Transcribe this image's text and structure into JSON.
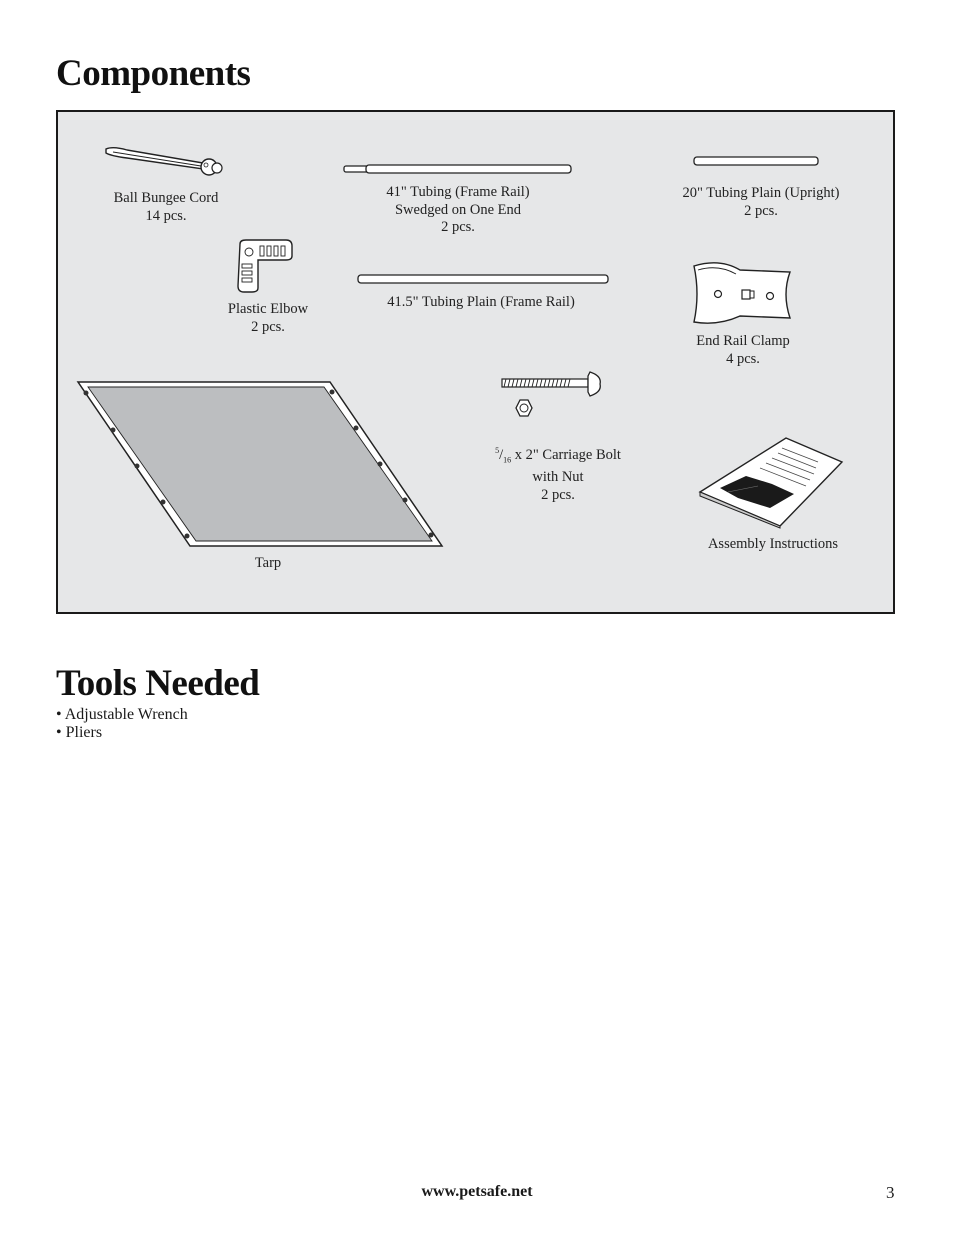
{
  "components": {
    "title": "Components",
    "items": [
      {
        "name": "Ball Bungee Cord",
        "qty": "14 pcs."
      },
      {
        "name": "41\" Tubing (Frame Rail)",
        "name2": "Swedged on One End",
        "qty": "2 pcs."
      },
      {
        "name": "20\" Tubing Plain (Upright)",
        "qty": "2 pcs."
      },
      {
        "name": "Plastic Elbow",
        "qty": "2 pcs."
      },
      {
        "name": "41.5\" Tubing Plain (Frame Rail)"
      },
      {
        "name": "End Rail Clamp",
        "qty": "4 pcs."
      },
      {
        "frac_num": "5",
        "frac_den": "16",
        "name": " x 2\" Carriage Bolt",
        "name2": "with Nut",
        "qty": "2 pcs."
      },
      {
        "name": "Assembly Instructions"
      },
      {
        "name": "Tarp"
      }
    ]
  },
  "tools": {
    "title": "Tools Needed",
    "items": [
      "• Adjustable Wrench",
      "• Pliers"
    ]
  },
  "footer": {
    "url": "www.petsafe.net",
    "page": "3"
  }
}
